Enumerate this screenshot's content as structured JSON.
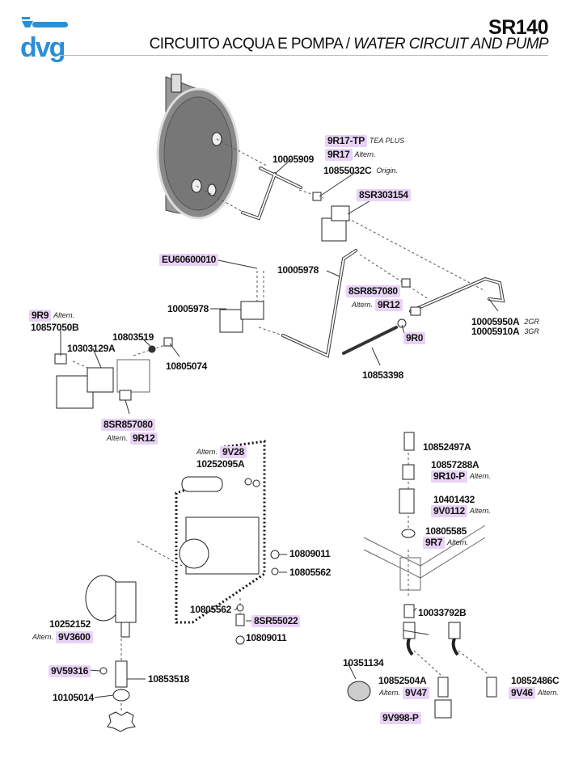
{
  "header": {
    "logo_text": "dvg",
    "model": "SR140",
    "title_it": "CIRCUITO ACQUA E POMPA",
    "separator": " / ",
    "title_en": "WATER CIRCUIT AND PUMP"
  },
  "colors": {
    "brand": "#2a8fd6",
    "highlight": "#e8d2f6"
  },
  "labels": [
    {
      "code": "9R17-TP",
      "highlight": true,
      "note": "TEA PLUS"
    },
    {
      "code": "9R17",
      "highlight": true,
      "note": "Altern."
    },
    {
      "code": "10005909"
    },
    {
      "code": "10855032C",
      "note": "Origin."
    },
    {
      "code": "8SR303154",
      "highlight": true
    },
    {
      "code": "EU60600010",
      "highlight": true
    },
    {
      "code": "10005978"
    },
    {
      "code": "8SR857080",
      "highlight": true
    },
    {
      "code": "9R12",
      "highlight": true,
      "prefix": "Altern."
    },
    {
      "code": "10005978"
    },
    {
      "code": "9R9",
      "highlight": true,
      "note": "Altern."
    },
    {
      "code": "10857050B"
    },
    {
      "code": "10803519"
    },
    {
      "code": "10303129A"
    },
    {
      "code": "10805074"
    },
    {
      "code": "9R0",
      "highlight": true
    },
    {
      "code": "10005950A",
      "note": "2GR"
    },
    {
      "code": "10005910A",
      "note": "3GR"
    },
    {
      "code": "10853398"
    },
    {
      "code": "8SR857080",
      "highlight": true
    },
    {
      "code": "9R12",
      "highlight": true,
      "prefix": "Altern."
    },
    {
      "code": "9V28",
      "highlight": true,
      "prefix": "Altern."
    },
    {
      "code": "10252095A"
    },
    {
      "code": "10852497A"
    },
    {
      "code": "10857288A"
    },
    {
      "code": "9R10-P",
      "highlight": true,
      "note": "Altern."
    },
    {
      "code": "10401432"
    },
    {
      "code": "9V0112",
      "highlight": true,
      "note": "Altern."
    },
    {
      "code": "10805585"
    },
    {
      "code": "9R7",
      "highlight": true,
      "note": "Altern."
    },
    {
      "code": "10809011"
    },
    {
      "code": "10805562"
    },
    {
      "code": "10805562"
    },
    {
      "code": "8SR55022",
      "highlight": true
    },
    {
      "code": "10252152"
    },
    {
      "code": "9V3600",
      "highlight": true,
      "prefix": "Altern."
    },
    {
      "code": "10809011"
    },
    {
      "code": "10033792B"
    },
    {
      "code": "10351134"
    },
    {
      "code": "9V59316",
      "highlight": true
    },
    {
      "code": "10853518"
    },
    {
      "code": "10852504A"
    },
    {
      "code": "9V47",
      "highlight": true,
      "prefix": "Altern."
    },
    {
      "code": "10852486C"
    },
    {
      "code": "9V46",
      "highlight": true,
      "note": "Altern."
    },
    {
      "code": "10105014"
    },
    {
      "code": "9V998-P",
      "highlight": true
    }
  ]
}
